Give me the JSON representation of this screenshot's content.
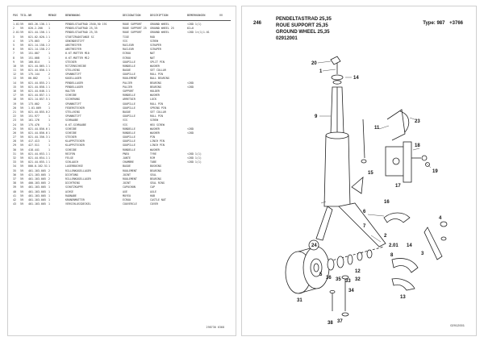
{
  "left_page": {
    "columns": [
      "POS",
      "TEIL-NR",
      "MENGE",
      "BENENNUNG",
      "DESIGNATION",
      "DESCRIPTION",
      "BEMERKUNGEN",
      "VV"
    ],
    "rows": [
      [
        "1.01",
        "59",
        "003.26.136.1",
        "1",
        "PENDELSTAUTRAD 25X6,50 191",
        "ROUE SUPPORT",
        "GROUND WHEEL",
        "<28D 1(1)"
      ],
      [
        "2",
        "59",
        "020.2.200",
        "1",
        "PENDELSTAUTRAD 25,35",
        "ROUE SUPPORT 25",
        "GROUND WHEEL 25",
        "62+0"
      ],
      [
        "2.01",
        "59",
        "021.44.156.1",
        "1",
        "PENDELSTAUTRAD 25,35",
        "ROUE SUPPORT",
        "GROUND WHEEL",
        "<28D 1<(1)1.01"
      ],
      [
        "3",
        "59",
        "021.02.020.1",
        "1",
        "STUETZRADSTANGE SC",
        "TIGE",
        "ROD",
        ""
      ],
      [
        "4",
        "59",
        "175.003",
        "2",
        "GEWINDESTIFT",
        "VIS",
        "SCREW",
        ""
      ],
      [
        "5",
        "59",
        "021.14.158.1",
        "2",
        "ABSTREIFER",
        "RACLEUR",
        "SCRAPER",
        ""
      ],
      [
        "6",
        "59",
        "021.14.158.2",
        "2",
        "ABSTREIFER",
        "RACLEUR",
        "SCRAPER",
        ""
      ],
      [
        "7",
        "59",
        "151.007",
        "1",
        "6-KT-MUTTER M10",
        "ECROU",
        "NUT",
        ""
      ],
      [
        "8",
        "59",
        "151.008",
        "1",
        "6-KT-MUTTER M12",
        "ECROU",
        "NUT",
        ""
      ],
      [
        "9",
        "59",
        "160.814",
        "1",
        "STECKER",
        "GOUPILLE",
        "SPLIT PIN",
        ""
      ],
      [
        "10",
        "59",
        "021.44.865.1",
        "1",
        "RITZENSCHEIBE",
        "RONDELLE",
        "WASHER",
        ""
      ],
      [
        "11",
        "59",
        "021.44.856.1",
        "1",
        "STELLRING",
        "BAGUE",
        "SET COLLAR",
        ""
      ],
      [
        "12",
        "59",
        "175.144",
        "2",
        "SPANNSTIFT",
        "GOUPILLE",
        "ROLL PIN",
        ""
      ],
      [
        "13",
        "59",
        "00.002",
        "1",
        "KUGELLAGER",
        "ROULEMENT",
        "BALL BEARING",
        ""
      ],
      [
        "14",
        "59",
        "021.44.855.2",
        "1",
        "PENDELLAGER",
        "PALIER",
        "BEARING",
        "<28D"
      ],
      [
        "15",
        "59",
        "021.44.858.1",
        "1",
        "PENDELLAGER",
        "PALIER",
        "BEARING",
        "<28D"
      ],
      [
        "16",
        "59",
        "021.44.646.1",
        "1",
        "HALTER",
        "SUPPORT",
        "HOLDER",
        ""
      ],
      [
        "17",
        "59",
        "021.44.857.1",
        "1",
        "SCHEIBE",
        "RONDELLE",
        "WASHER",
        ""
      ],
      [
        "18",
        "59",
        "021.14.857.5",
        "1",
        "SICHERUNG",
        "ARRETOIR",
        "LOCK",
        ""
      ],
      [
        "19",
        "59",
        "173.002",
        "2",
        "SPANNSTIFT",
        "GOUPILLE",
        "ROLL PIN",
        ""
      ],
      [
        "20",
        "59",
        "1.01.009",
        "1",
        "FEDERSTECKER",
        "GOUPILLE",
        "SPRING PIN",
        ""
      ],
      [
        "21",
        "59",
        "021.44.855.0",
        "2",
        "STELLRING",
        "BAGUE",
        "SET COLLAR",
        ""
      ],
      [
        "22",
        "59",
        "151.977",
        "1",
        "SPANNSTIFT",
        "GOUPILLE",
        "ROLL PIN",
        ""
      ],
      [
        "23",
        "59",
        "161.176",
        "1",
        "SCHRAUBE",
        "VIS",
        "SCREW",
        ""
      ],
      [
        "24",
        "59",
        "175.476",
        "1",
        "6-KT-SCHRAUBE",
        "VIS",
        "HEX SCREW",
        ""
      ],
      [
        "25",
        "59",
        "021.44.856.6",
        "1",
        "SCHEIBE",
        "RONDELLE",
        "WASHER",
        "<28D"
      ],
      [
        "26",
        "59",
        "021.44.856.6",
        "1",
        "SCHEIBE",
        "RONDELLE",
        "WASHER",
        "<28D"
      ],
      [
        "27",
        "59",
        "021.44.356.3",
        "1",
        "STECKER",
        "GOUPILLE",
        "PIN",
        ""
      ],
      [
        "28",
        "59",
        "417.413",
        "1",
        "KLAPPSTECKER",
        "GOUPILLE",
        "LINCH PIN",
        ""
      ],
      [
        "29",
        "59",
        "427.511",
        "1",
        "KLAPPSTECKER",
        "GOUPILLE",
        "LINCH PIN",
        ""
      ],
      [
        "30",
        "59",
        "418.441",
        "1",
        "SCHEIBE",
        "RONDELLE",
        "WASHER",
        ""
      ],
      [
        "31",
        "59",
        "021.44.653.1",
        "1",
        "REIFEN",
        "PNEU",
        "TYRE",
        "<28D 1(1)"
      ],
      [
        "32",
        "59",
        "021.44.654.1",
        "1",
        "FELGE",
        "JANTE",
        "RIM",
        "<28D 1(1)"
      ],
      [
        "33",
        "59",
        "021.44.655.1",
        "1",
        "SCHLAUCH",
        "CHAMBRE",
        "TUBE",
        "<28D 1(1)"
      ],
      [
        "34",
        "59",
        "000.0.162.51",
        "1",
        "LAGERBUCHSE",
        "BAGUE",
        "BUSHING",
        ""
      ],
      [
        "35",
        "59",
        "401.103.005",
        "2",
        "RILLENKUGELLAGER",
        "ROULEMENT",
        "BEARING",
        ""
      ],
      [
        "36",
        "59",
        "421.103.005",
        "1",
        "DICHTUNG",
        "JOINT",
        "SEAL",
        ""
      ],
      [
        "37",
        "59",
        "401.103.005",
        "2",
        "RILLENKUGELLAGER",
        "ROULEMENT",
        "BEARING",
        ""
      ],
      [
        "38",
        "59",
        "400.103.005",
        "2",
        "DICHTRING",
        "JOINT",
        "SEAL RING",
        ""
      ],
      [
        "39",
        "59",
        "401.103.005",
        "1",
        "SCHUTZKAPPE",
        "CAPUCHON",
        "CAP",
        ""
      ],
      [
        "40",
        "59",
        "401.103.005",
        "1",
        "ACHSE",
        "AXE",
        "AXLE",
        ""
      ],
      [
        "41",
        "59",
        "401.103.005",
        "1",
        "RADNABE",
        "MOYEU",
        "HUB",
        ""
      ],
      [
        "42",
        "59",
        "401.103.005",
        "1",
        "KRONENMUTTER",
        "ECROU",
        "CASTLE NUT",
        ""
      ],
      [
        "43",
        "59",
        "401.103.005",
        "1",
        "VERSCHLUSSDECKEL",
        "COUVERCLE",
        "COVER",
        ""
      ]
    ],
    "footer": "298730 6368"
  },
  "right_page": {
    "page_number": "246",
    "title_de": "PENDELTASTRAD 25,35",
    "title_fr": "ROUE SUPPORT 25,35",
    "title_en": "GROUND WHEEL 25,35",
    "type_label": "Type: 987",
    "type_suffix": "+3766",
    "code": "02912001",
    "footer": "02912001",
    "callouts": {
      "c20": "20",
      "c1": "1",
      "c14": "14",
      "c9": "9",
      "c11": "11",
      "c23": "23",
      "c18": "18",
      "c19": "19",
      "c17": "17",
      "c15": "15",
      "c6": "6",
      "c16": "16",
      "c7": "7",
      "c2": "2",
      "c2_01": "2.01",
      "c8": "8",
      "c24": "24",
      "c5": "5",
      "c3": "3",
      "c36": "36",
      "c35": "35",
      "c33": "33",
      "c12": "12",
      "c32": "32",
      "c34": "34",
      "c31": "31",
      "c38": "38",
      "c37": "37",
      "c13": "13",
      "c14b": "14",
      "c4": "4"
    }
  }
}
